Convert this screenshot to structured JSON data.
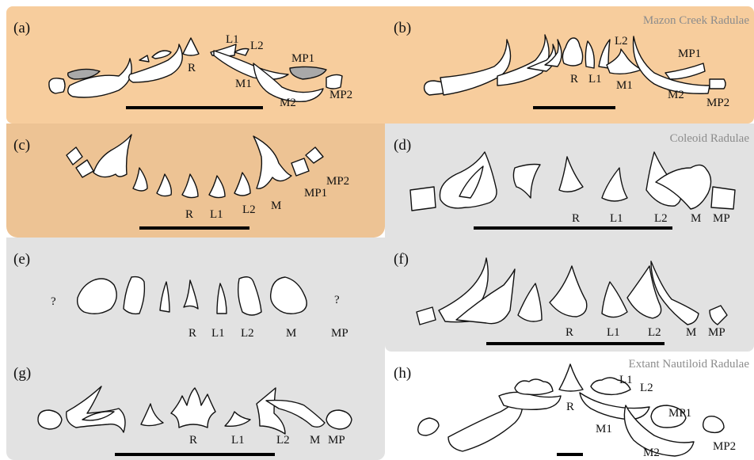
{
  "groups": {
    "mazon": "Mazon Creek Radulae",
    "coleoid": "Coleoid Radulae",
    "nautiloid": "Extant Nautiloid Radulae"
  },
  "colors": {
    "mazon_panel": "#f7cd9d",
    "mazon_panel_c": "#edc394",
    "coleoid_panel": "#e2e2e2",
    "tooth_fill": "#ffffff",
    "gray_tooth": "#a9a9a9"
  },
  "panels": {
    "a": {
      "label": "(a)",
      "teeth": [
        "R",
        "L1",
        "L2",
        "M1",
        "M2",
        "MP1",
        "MP2"
      ]
    },
    "b": {
      "label": "(b)",
      "teeth": [
        "R",
        "L1",
        "L2",
        "M1",
        "M2",
        "MP1",
        "MP2"
      ]
    },
    "c": {
      "label": "(c)",
      "teeth": [
        "R",
        "L1",
        "L2",
        "M",
        "MP1",
        "MP2"
      ]
    },
    "d": {
      "label": "(d)",
      "teeth": [
        "R",
        "L1",
        "L2",
        "M",
        "MP"
      ]
    },
    "e": {
      "label": "(e)",
      "teeth": [
        "?",
        "R",
        "L1",
        "L2",
        "M",
        "?",
        "MP"
      ]
    },
    "f": {
      "label": "(f)",
      "teeth": [
        "R",
        "L1",
        "L2",
        "M",
        "MP"
      ]
    },
    "g": {
      "label": "(g)",
      "teeth": [
        "R",
        "L1",
        "L2",
        "M",
        "MP"
      ]
    },
    "h": {
      "label": "(h)",
      "teeth": [
        "L1",
        "L2",
        "R",
        "MP1",
        "M1",
        "MP2",
        "M2"
      ]
    }
  }
}
